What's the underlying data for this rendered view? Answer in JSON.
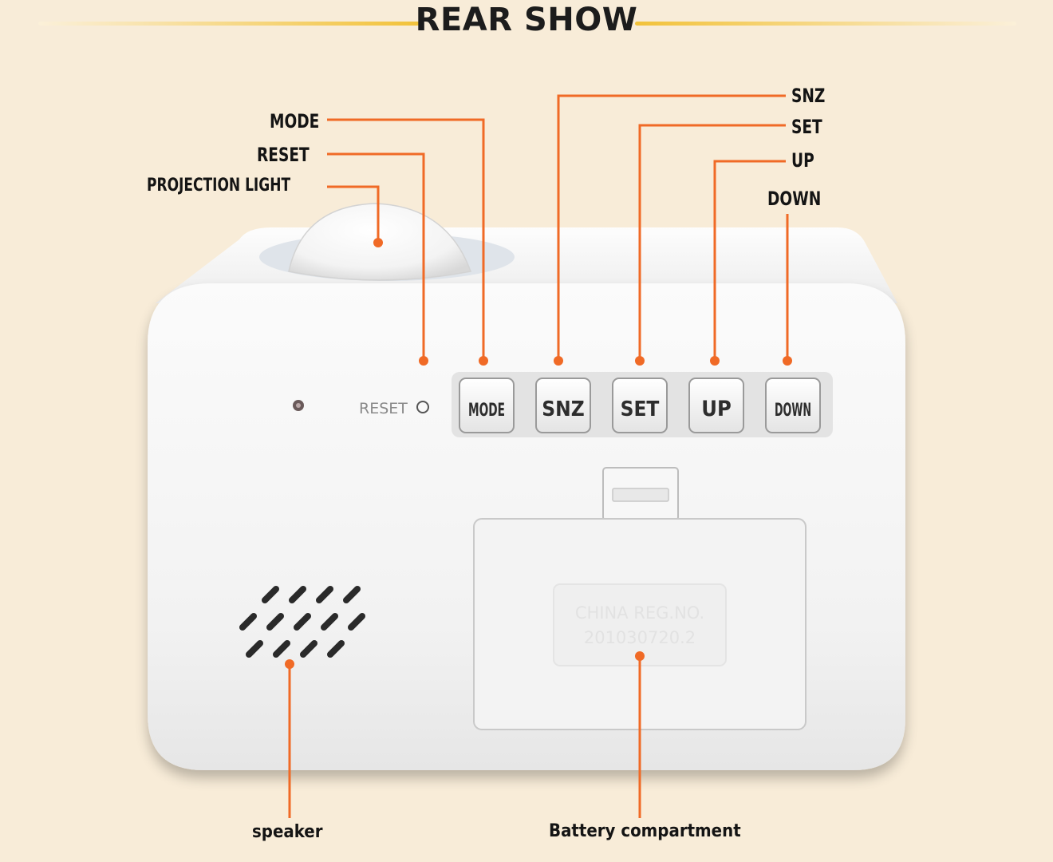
{
  "title": "REAR SHOW",
  "labels": {
    "mode": "MODE",
    "reset": "RESET",
    "projection_light": "PROJECTION LIGHT",
    "snz": "SNZ",
    "set": "SET",
    "up": "UP",
    "down": "DOWN",
    "speaker": "speaker",
    "battery": "Battery compartment"
  },
  "device": {
    "reset_print": "RESET",
    "buttons": [
      "MODE",
      "SNZ",
      "SET",
      "UP",
      "DOWN"
    ],
    "emboss_line1": "CHINA REG.NO.",
    "emboss_line2": "201030720.2"
  },
  "colors": {
    "background": "#f8ecd8",
    "leader": "#f06a26",
    "title_rule": "#f2c23a",
    "body": "#f4f4f4"
  }
}
